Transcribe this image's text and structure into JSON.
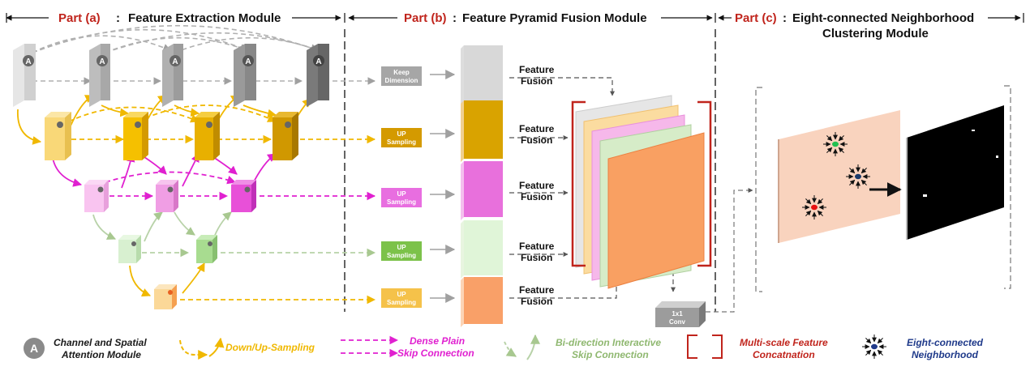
{
  "header": {
    "part_a": {
      "part": "Part (a)",
      "sep": ":",
      "title": "Feature Extraction Module"
    },
    "part_b": {
      "part": "Part (b)",
      "sep": ":",
      "title": "Feature Pyramid Fusion Module"
    },
    "part_c": {
      "part": "Part (c)",
      "sep": ":",
      "title_line1": "Eight-connected Neighborhood",
      "title_line2": "Clustering Module"
    }
  },
  "attention_symbol": "A",
  "sampling_boxes": [
    {
      "line1": "Keep",
      "line2": "Dimension",
      "color": "#a6a6a6"
    },
    {
      "line1": "UP",
      "line2": "Sampling",
      "color": "#d49a00"
    },
    {
      "line1": "UP",
      "line2": "Sampling",
      "color": "#e86ee0"
    },
    {
      "line1": "UP",
      "line2": "Sampling",
      "color": "#7cc24a"
    },
    {
      "line1": "UP",
      "line2": "Sampling",
      "color": "#f5c24a"
    }
  ],
  "fusion_labels": [
    {
      "line1": "Feature",
      "line2": "Fusion"
    },
    {
      "line1": "Feature",
      "line2": "Fusion"
    },
    {
      "line1": "Feature",
      "line2": "Fusion"
    },
    {
      "line1": "Feature",
      "line2": "Fusion"
    },
    {
      "line1": "Feature",
      "line2": "Fusion"
    }
  ],
  "conv_label": {
    "line1": "1x1",
    "line2": "Conv"
  },
  "level_colors": {
    "gray": "#c8c8c8",
    "gold": "#f0b800",
    "magenta": "#e85fd6",
    "green": "#c6e8bf",
    "peach": "#f9c98f",
    "orange": "#f5a060",
    "accent_red": "#c0241c"
  },
  "legend": [
    {
      "line1": "Channel and Spatial",
      "line2": "Attention Module",
      "color": "#1a1a1a",
      "icon": "attention-icon"
    },
    {
      "line1": "Down/Up-Sampling",
      "line2": "",
      "color": "#f0b800",
      "icon": "curved-arrow-icon"
    },
    {
      "line1": "Dense Plain",
      "line2": "Skip Connection",
      "color": "#e020d0",
      "icon": "dashed-arrow-icon"
    },
    {
      "line1": "Bi-direction Interactive",
      "line2": "Skip Connection",
      "color": "#8fb870",
      "icon": "bidirection-arrow-icon"
    },
    {
      "line1": "Multi-scale Feature",
      "line2": "Concatnation",
      "color": "#c0241c",
      "icon": "bracket-icon"
    },
    {
      "line1": "Eight-connected",
      "line2": "Neighborhood",
      "color": "#1f3a8a",
      "icon": "neighborhood-icon"
    }
  ]
}
